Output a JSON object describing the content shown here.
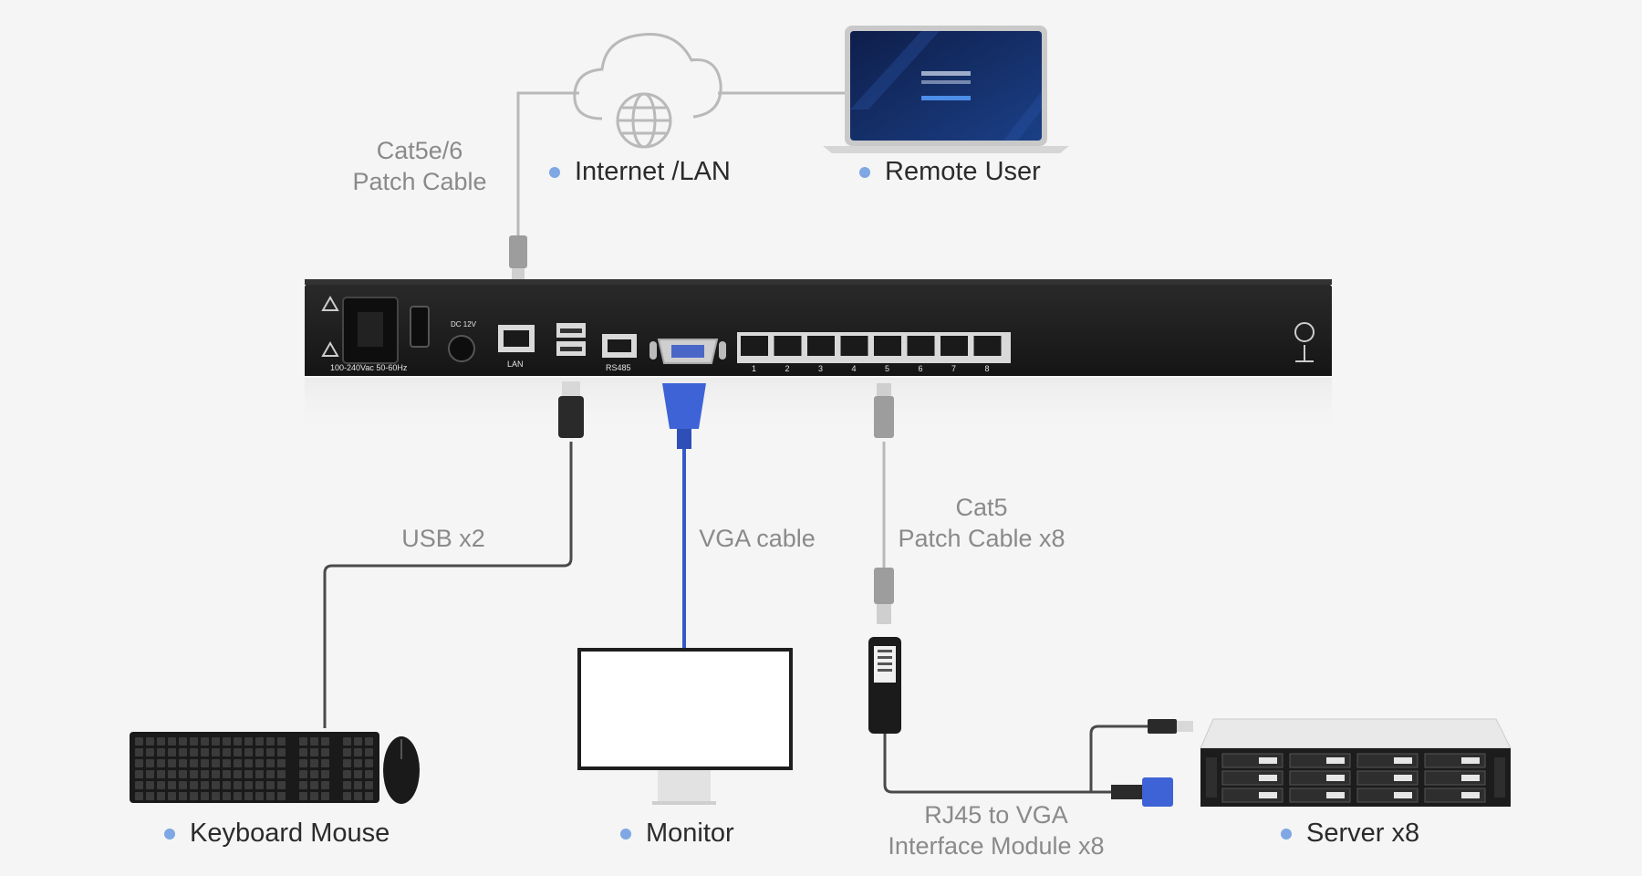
{
  "cables": {
    "uplink": "Cat5e/6\nPatch Cable",
    "usb": "USB x2",
    "vga": "VGA cable",
    "servers": "Cat5\nPatch Cable x8",
    "module": "RJ45 to VGA\nInterface Module x8"
  },
  "devices": {
    "internet": "Internet /LAN",
    "remote_user": "Remote User",
    "keyboard_mouse": "Keyboard Mouse",
    "monitor": "Monitor",
    "server": "Server x8"
  },
  "kvm_panel": {
    "power_rating": "100-240Vac 50-60Hz",
    "dc_input": "DC 12V",
    "lan": "LAN",
    "rs485": "RS485",
    "ports": [
      "1",
      "2",
      "3",
      "4",
      "5",
      "6",
      "7",
      "8"
    ]
  },
  "colors": {
    "background": "#f5f5f5",
    "cable_gray": "#b9b9b9",
    "cable_dark": "#4a4a4a",
    "vga_blue": "#3558c8",
    "bullet": "#7ea7e3",
    "chassis": "#1b1b1b"
  }
}
